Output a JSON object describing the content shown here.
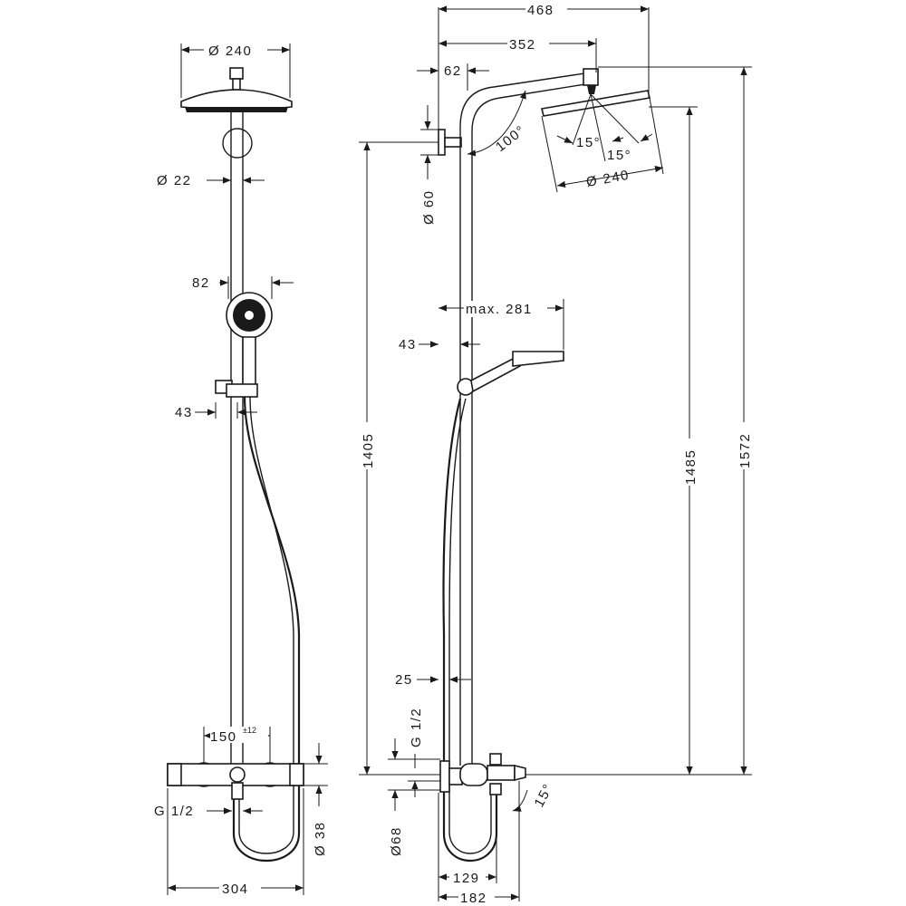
{
  "front_view": {
    "overhead_diameter": "Ø 240",
    "pipe_diameter": "Ø 22",
    "handshower_width": "82",
    "handshower_offset": "43",
    "inlet_distance": "150",
    "inlet_tolerance": "±12",
    "inlet_thread": "G 1/2",
    "mixer_diameter": "Ø 38",
    "mixer_width": "304"
  },
  "side_view": {
    "total_projection": "468",
    "arm_projection": "352",
    "arm_offset": "62",
    "arm_angle": "100°",
    "tilt_angle_a": "15°",
    "tilt_angle_b": "15°",
    "head_diameter": "Ø 240",
    "flange_diameter": "Ø 60",
    "handshower_reach": "max. 281",
    "handshower_offset": "43",
    "height_1405": "1405",
    "height_1485": "1485",
    "height_1572": "1572",
    "wall_gap": "25",
    "inlet_thread": "G 1/2",
    "mixer_diameter": "Ø68",
    "spout_angle": "15°",
    "mixer_depth_129": "129",
    "mixer_depth_182": "182"
  }
}
